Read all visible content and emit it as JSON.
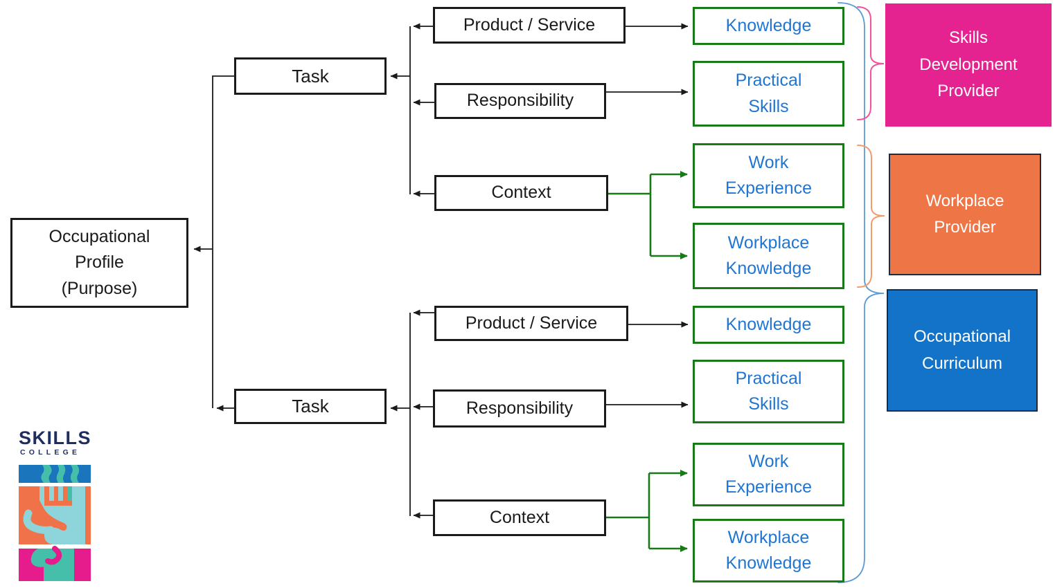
{
  "colors": {
    "line": "#1a1a1a",
    "green": "#177a17",
    "blue-text": "#1f76d2",
    "pink": "#e42290",
    "orange": "#ed7546",
    "blue": "#1273c9",
    "dark-border": "#1f2a3d",
    "brace-blue": "#5b9bd5",
    "brace-pink": "#f2549b",
    "brace-orange": "#f29b6b",
    "logo-navy": "#1f2e5e",
    "logo-blue": "#1b75bc",
    "logo-teal": "#45bfaa",
    "logo-lightblue": "#8ed4db",
    "logo-orange": "#f07248",
    "logo-magenta": "#e61c8c"
  },
  "nodes": {
    "occupational_profile": "Occupational\nProfile\n(Purpose)",
    "task_top": "Task",
    "task_bottom": "Task",
    "product_service_top": "Product / Service",
    "responsibility_top": "Responsibility",
    "context_top": "Context",
    "product_service_bottom": "Product / Service",
    "responsibility_bottom": "Responsibility",
    "context_bottom": "Context",
    "knowledge_top": "Knowledge",
    "practical_skills_top": "Practical\nSkills",
    "work_experience_top": "Work\nExperience",
    "workplace_knowledge_top": "Workplace\nKnowledge",
    "knowledge_bottom": "Knowledge",
    "practical_skills_bottom": "Practical\nSkills",
    "work_experience_bottom": "Work\nExperience",
    "workplace_knowledge_bottom": "Workplace\nKnowledge"
  },
  "providers": {
    "skills_development": "Skills\nDevelopment\nProvider",
    "workplace": "Workplace\nProvider",
    "occupational_curriculum": "Occupational\nCurriculum"
  },
  "logo": {
    "name": "SKILLS",
    "subtitle": "COLLEGE"
  }
}
